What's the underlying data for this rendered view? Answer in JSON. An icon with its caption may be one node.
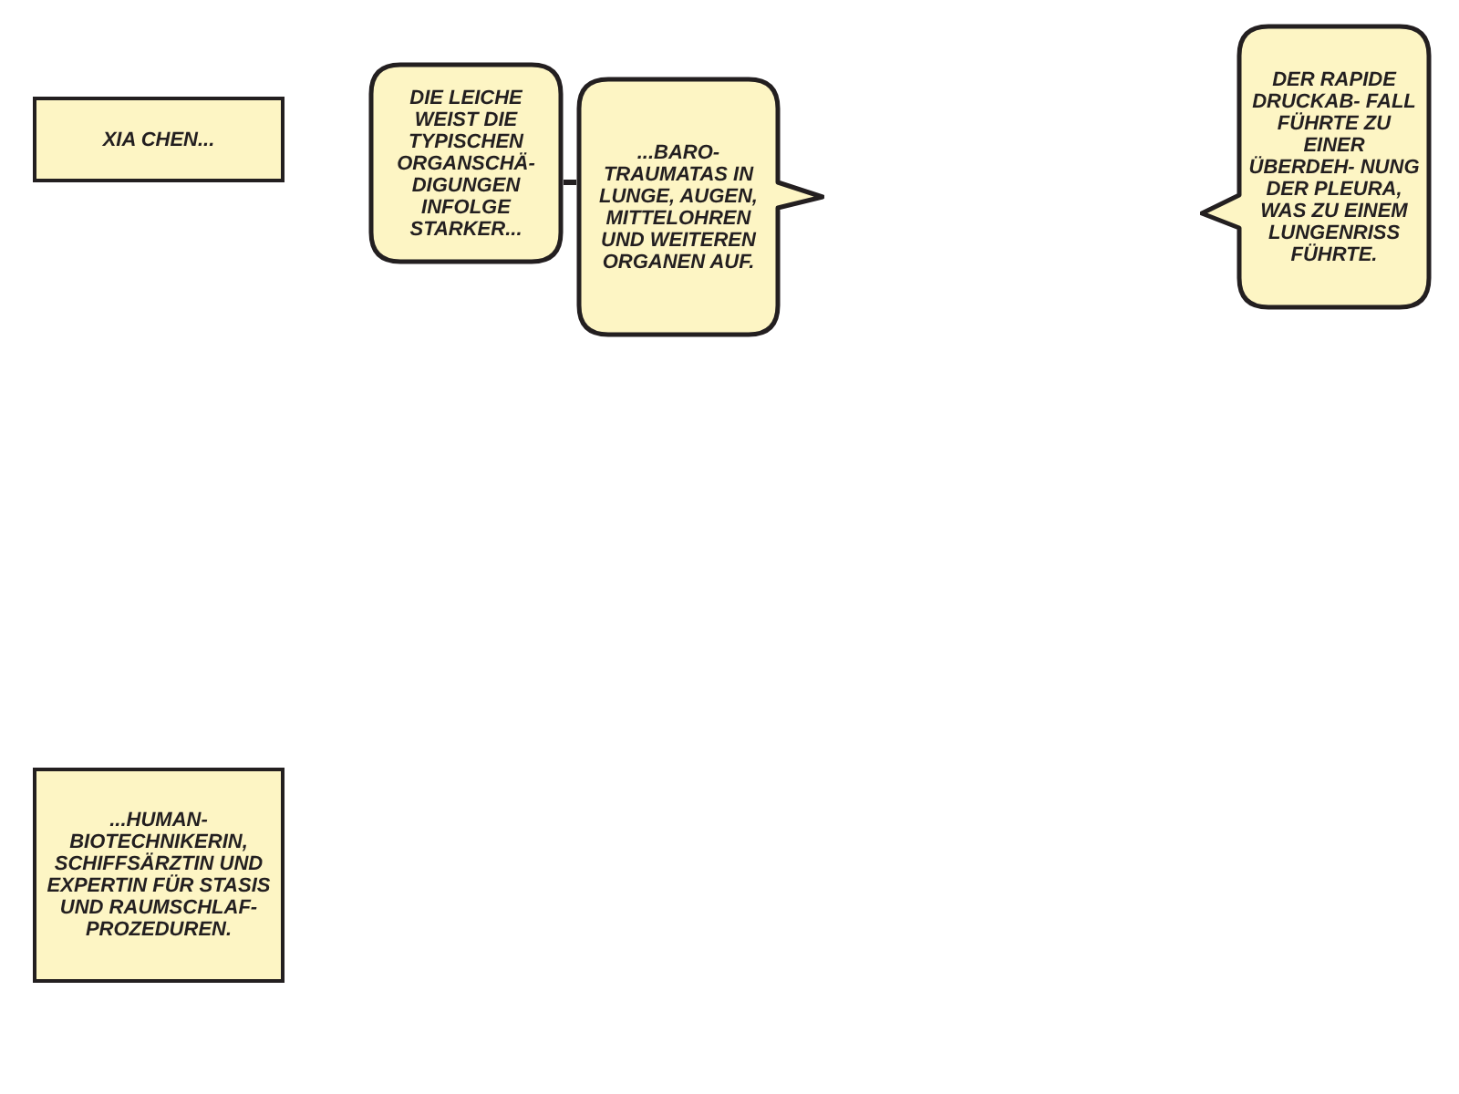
{
  "diagram": {
    "nodes": [
      {
        "text": [
          "XIA CHEN..."
        ]
      },
      {
        "text": [
          "DIE LEICHE WEIST DIE TYPISCHEN ORGANSCHÄ- DIGUNGEN INFOLGE STARKER..."
        ]
      },
      {
        "text": [
          "...BARO- TRAUMATAS IN LUNGE, AUGEN, MITTELOHREN UND WEITEREN ORGANEN AUF."
        ]
      },
      {
        "text": [
          "DER RAPIDE DRUCKAB- FALL FÜHRTE ZU EINER ÜBERDEH- NUNG DER PLEURA, WAS ZU EINEM LUNGENRISS FÜHRTE."
        ]
      },
      {
        "text": [
          "...HUMAN- BIOTECHNIKERIN, SCHIFFSÄRZTIN UND EXPERTIN FÜR STASIS UND RAUMSCHLAF- PROZEDUREN."
        ]
      }
    ],
    "edges": [
      {
        "from": 1,
        "to": 2,
        "arrow": "none"
      }
    ]
  }
}
